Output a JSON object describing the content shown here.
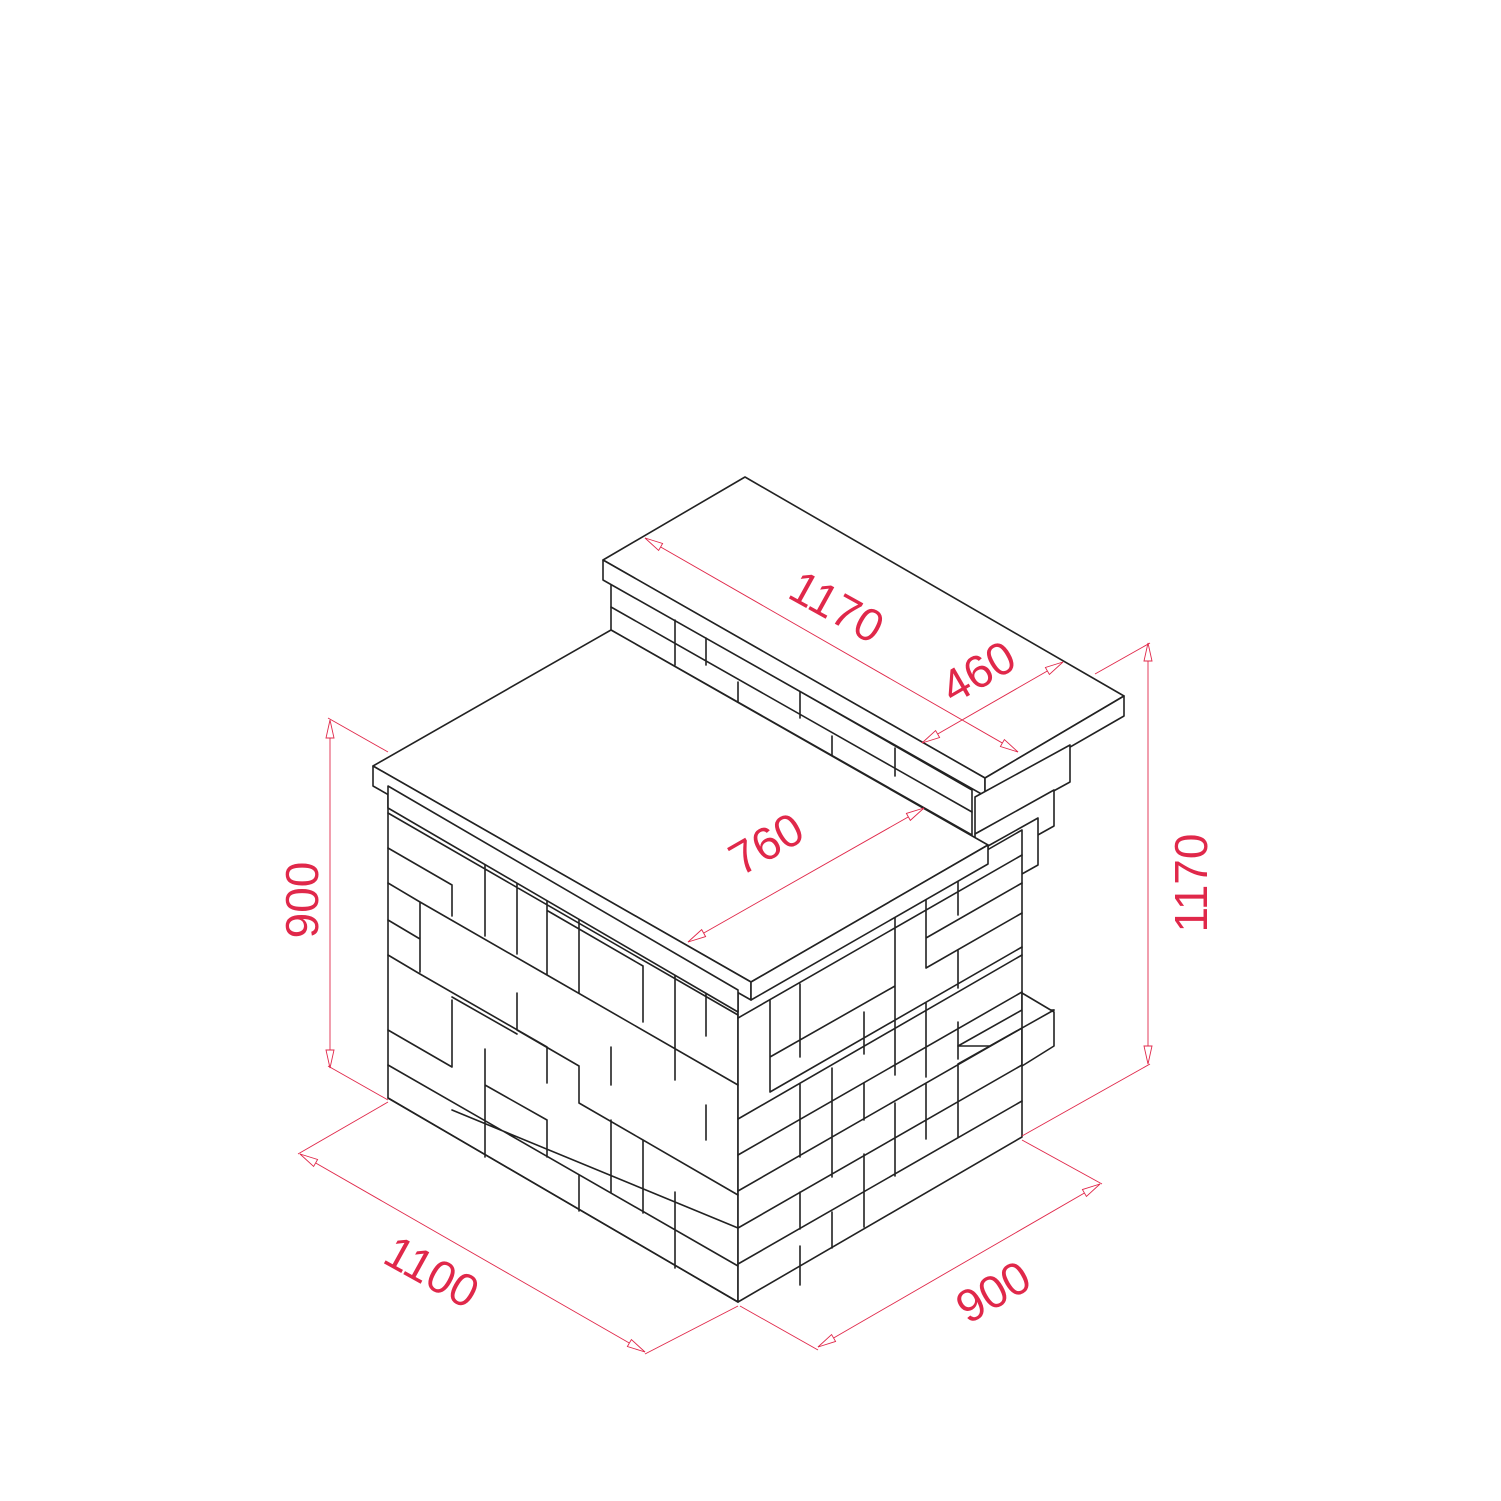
{
  "colors": {
    "line": "#222222",
    "dimension": "#e0284a",
    "background": "#ffffff"
  },
  "dimensions": {
    "counter_length": "1100",
    "counter_depth": "900",
    "counter_height": "900",
    "total_height": "1170",
    "bar_length": "1170",
    "bar_depth": "460",
    "counter_top_depth": "760"
  }
}
